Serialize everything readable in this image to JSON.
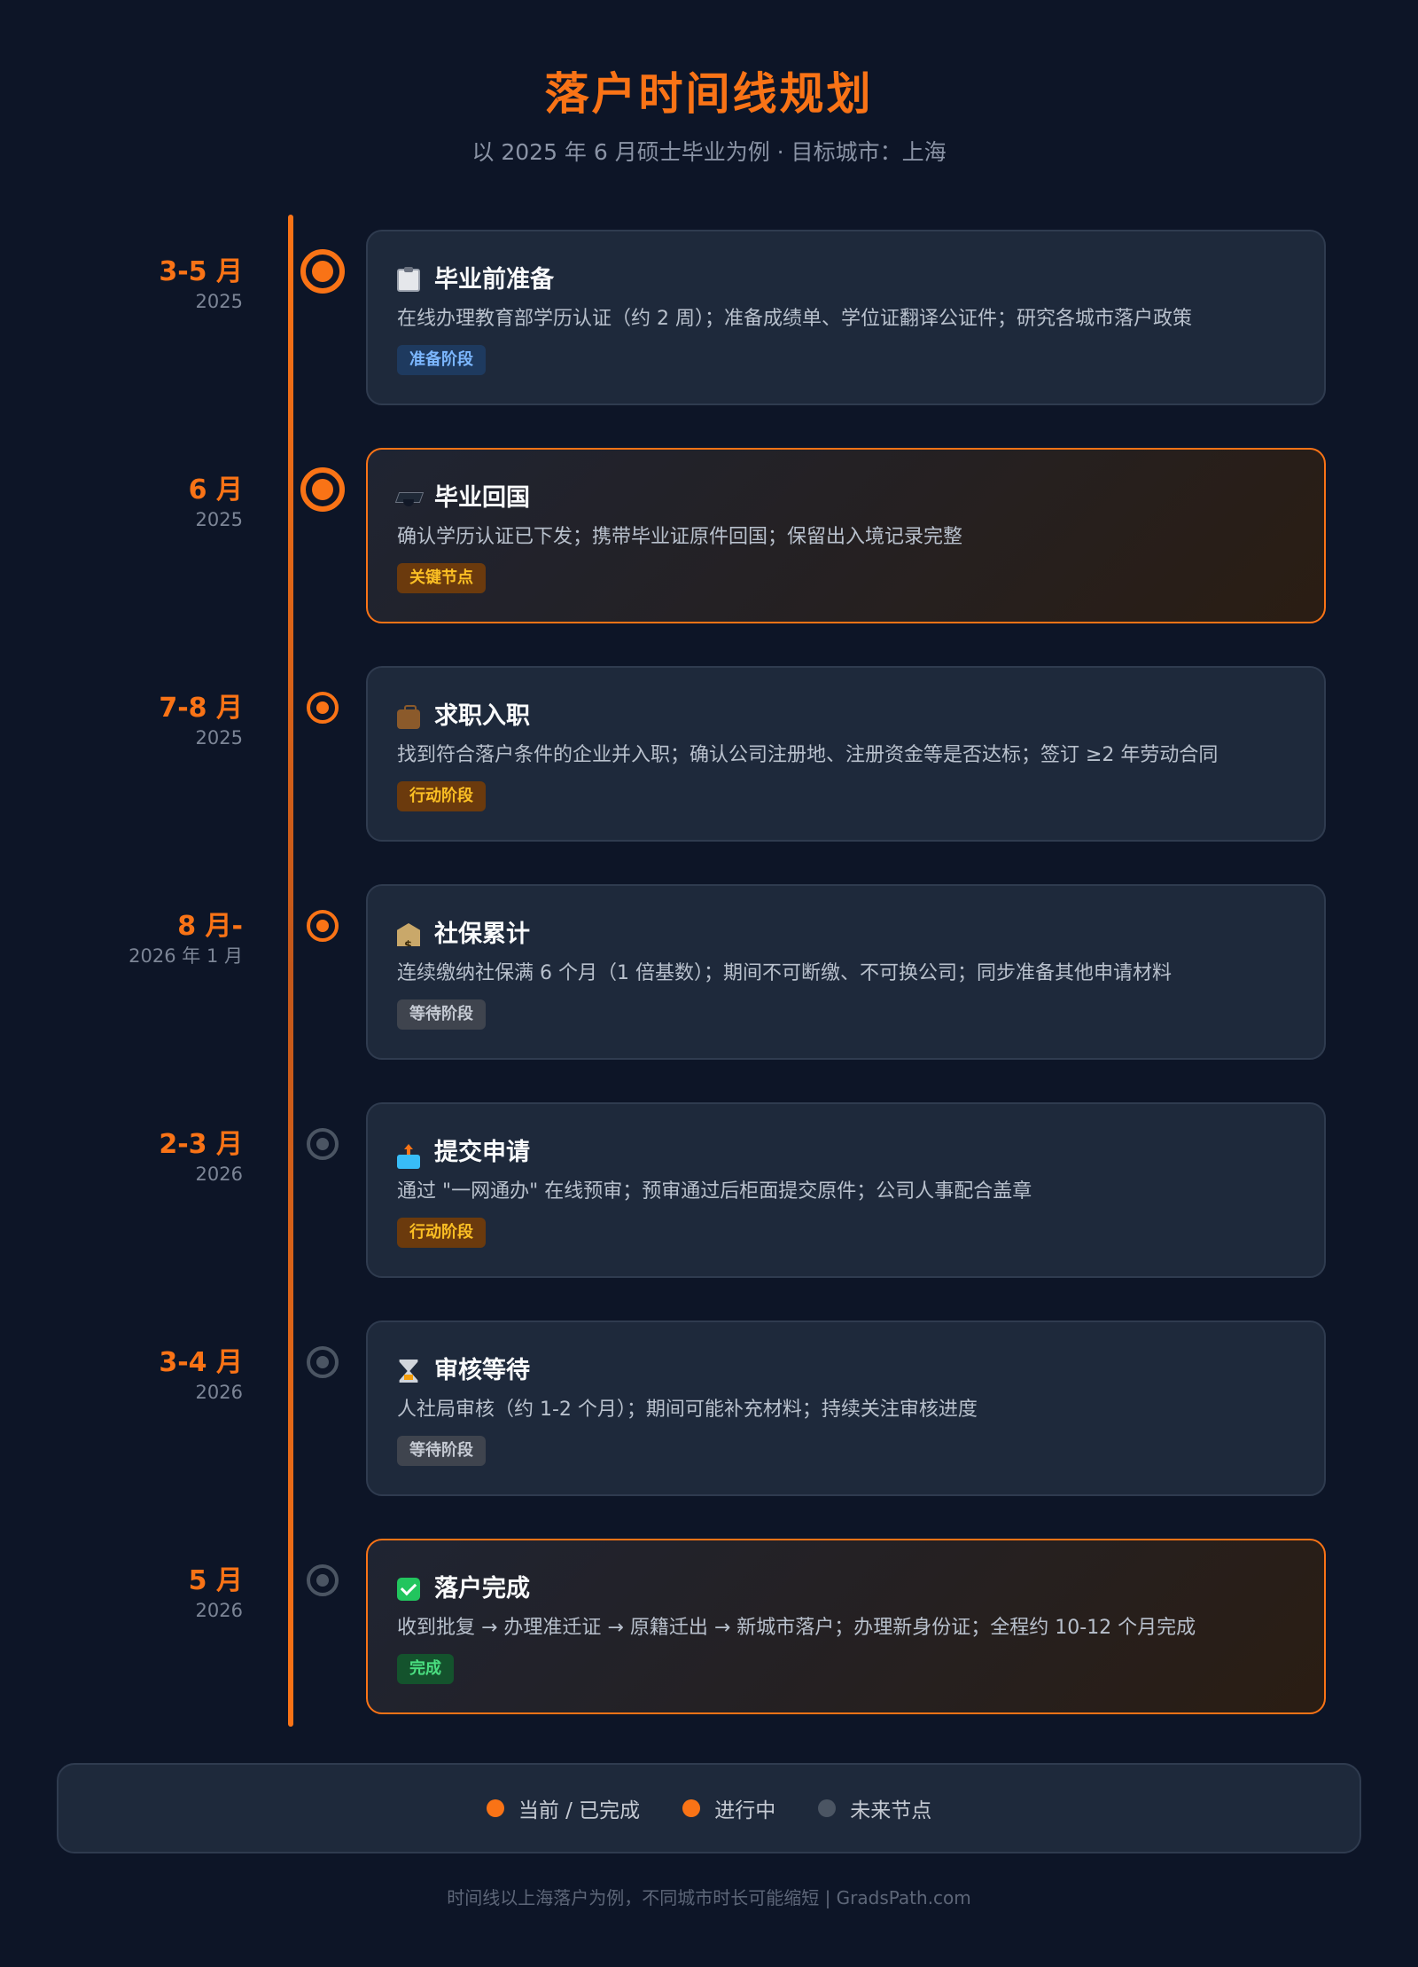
{
  "header": {
    "title": "落户时间线规划",
    "subtitle": "以 2025 年 6 月硕士毕业为例 · 目标城市：上海"
  },
  "timeline": [
    {
      "date_main": "3-5 月",
      "date_sub": "2025",
      "icon": "clipboard-icon",
      "title": "毕业前准备",
      "desc": "在线办理教育部学历认证（约 2 周）；准备成绩单、学位证翻译公证件；研究各城市落户政策",
      "badge": "准备阶段"
    },
    {
      "date_main": "6 月",
      "date_sub": "2025",
      "icon": "graduation-cap-icon",
      "title": "毕业回国",
      "desc": "确认学历认证已下发；携带毕业证原件回国；保留出入境记录完整",
      "badge": "关键节点"
    },
    {
      "date_main": "7-8 月",
      "date_sub": "2025",
      "icon": "briefcase-icon",
      "title": "求职入职",
      "desc": "找到符合落户条件的企业并入职；确认公司注册地、注册资金等是否达标；签订 ≥2 年劳动合同",
      "badge": "行动阶段"
    },
    {
      "date_main": "8 月-",
      "date_sub": "2026 年 1 月",
      "icon": "bank-icon",
      "title": "社保累计",
      "desc": "连续缴纳社保满 6 个月（1 倍基数）；期间不可断缴、不可换公司；同步准备其他申请材料",
      "badge": "等待阶段"
    },
    {
      "date_main": "2-3 月",
      "date_sub": "2026",
      "icon": "outbox-tray-icon",
      "title": "提交申请",
      "desc": "通过 \"一网通办\" 在线预审；预审通过后柜面提交原件；公司人事配合盖章",
      "badge": "行动阶段"
    },
    {
      "date_main": "3-4 月",
      "date_sub": "2026",
      "icon": "hourglass-icon",
      "title": "审核等待",
      "desc": "人社局审核（约 1-2 个月）；期间可能补充材料；持续关注审核进度",
      "badge": "等待阶段"
    },
    {
      "date_main": "5 月",
      "date_sub": "2026",
      "icon": "check-mark-icon",
      "title": "落户完成",
      "desc": "收到批复 → 办理准迁证 → 原籍迁出 → 新城市落户；办理新身份证；全程约 10-12 个月完成",
      "badge": "完成"
    }
  ],
  "legend": {
    "items": [
      {
        "label": "当前 / 已完成",
        "color": "#f97316"
      },
      {
        "label": "进行中",
        "color": "#f97316"
      },
      {
        "label": "未来节点",
        "color": "#4b5563"
      }
    ]
  },
  "footer": "时间线以上海落户为例，不同城市时长可能缩短 | GradsPath.com",
  "colors": {
    "accent": "#f97316",
    "background": "#0d1527",
    "card": "#1e293b"
  }
}
